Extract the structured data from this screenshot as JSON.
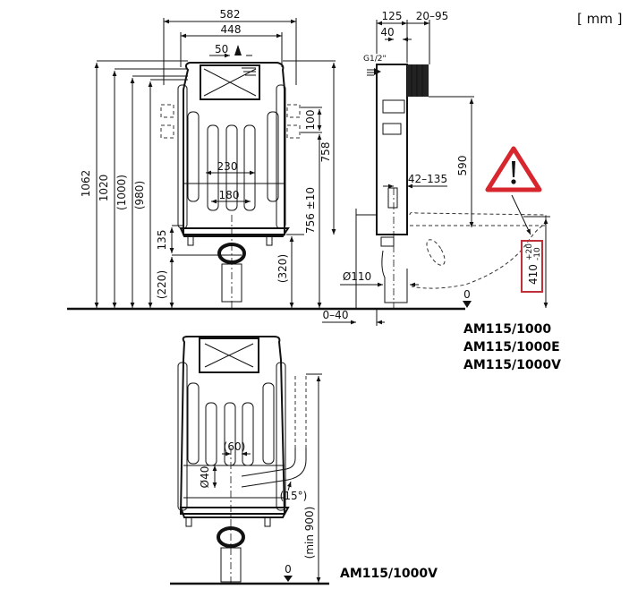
{
  "units_label": "[ mm ]",
  "front_view": {
    "widths": {
      "overall": "582",
      "inner": "448",
      "flush_offset": "50",
      "bolt_spacing_outer": "230",
      "bolt_spacing_inner": "180"
    },
    "heights": {
      "overall": "1062",
      "frame": "1020",
      "h_1000": "(1000)",
      "h_980": "(980)",
      "drain": "135",
      "drain_axis": "(220)",
      "foot": "(320)",
      "bracket_spacing": "100",
      "upper": "758",
      "mount": "756 ±10"
    }
  },
  "side_view": {
    "depth": "125",
    "wall_gap": "20–95",
    "inlet_offset": "40",
    "inlet_thread": "G1/2\"",
    "seat_bolt": "590",
    "bowl_range": "42–135",
    "drain_diameter": "Ø110",
    "floor_gap": "0–40",
    "floor_level": "0",
    "seat_height": "410",
    "seat_tol_plus": "+20",
    "seat_tol_minus": "-10"
  },
  "warning": {
    "icon": "warning-triangle-icon",
    "color": "#d7262e",
    "box_color": "#c0303a"
  },
  "models_top": [
    "AM115/1000",
    "AM115/1000E",
    "AM115/1000V"
  ],
  "bottom_view": {
    "pipe_spacing": "(60)",
    "pipe_diameter": "Ø40",
    "angle": "(15°)",
    "min_height": "(min 900)",
    "floor_level": "0",
    "model": "AM115/1000V"
  }
}
